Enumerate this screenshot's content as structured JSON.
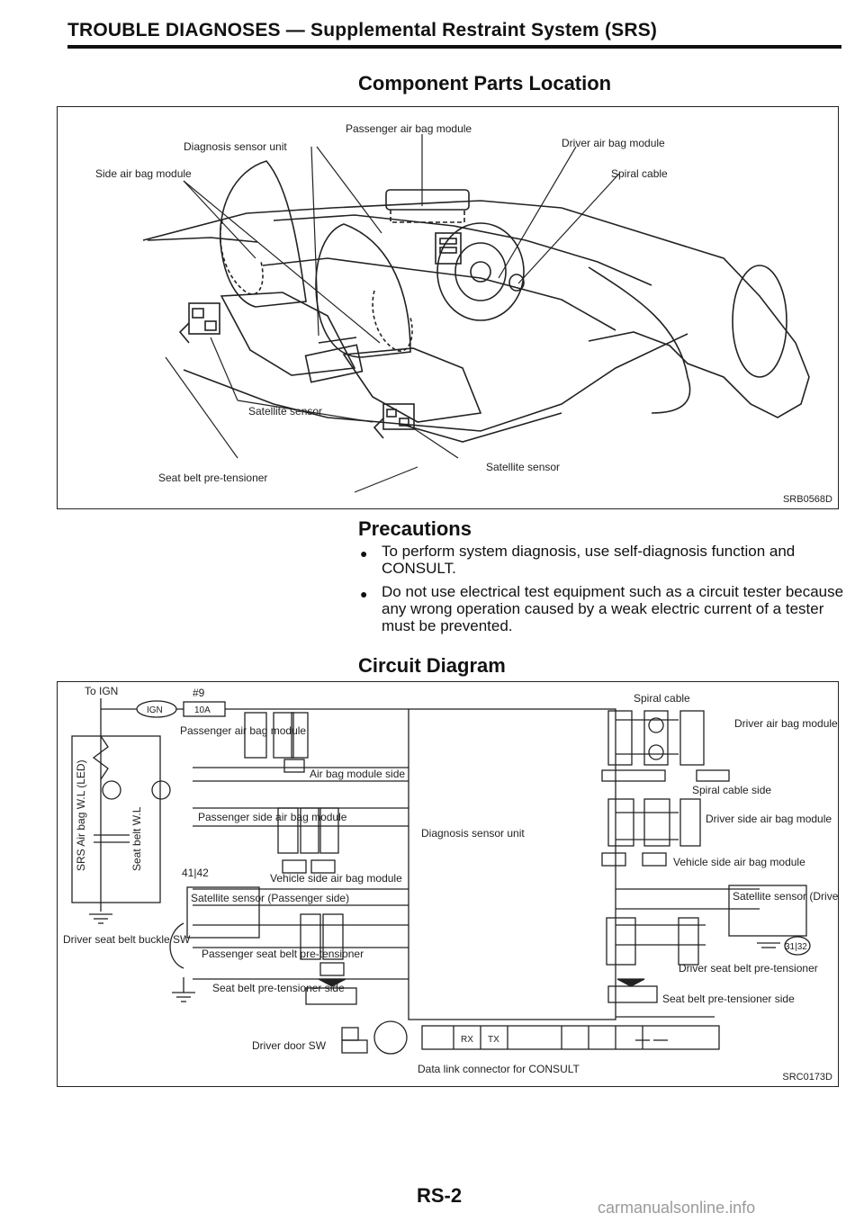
{
  "header": {
    "title": "TROUBLE DIAGNOSES — Supplemental Restraint System (SRS)"
  },
  "component_section": {
    "title": "Component Parts Location",
    "figure": {
      "code": "SRB0568D",
      "labels": {
        "passenger_air_bag_module": "Passenger air bag module",
        "diagnosis_sensor_unit": "Diagnosis sensor unit",
        "driver_air_bag_module": "Driver air bag module",
        "side_air_bag_module": "Side air bag module",
        "spiral_cable": "Spiral cable",
        "satellite_sensor_left": "Satellite sensor",
        "satellite_sensor_right": "Satellite sensor",
        "seat_belt_pretensioner": "Seat belt pre-tensioner"
      }
    }
  },
  "precautions": {
    "title": "Precautions",
    "items": [
      "To perform system diagnosis, use self-diagnosis function and CONSULT.",
      "Do not use electrical test equipment such as a circuit tester because any wrong operation caused by a weak electric current of a tester must be prevented."
    ]
  },
  "circuit_section": {
    "title": "Circuit Diagram",
    "figure": {
      "code": "SRC0173D",
      "labels": {
        "to_ign": "To IGN",
        "ign": "IGN",
        "fuse_no": "#9",
        "fuse_rating": "10A",
        "srs_warning": "SRS Air bag W.L (LED)",
        "seat_belt_wl": "Seat belt W.L",
        "passenger_air_bag_module": "Passenger air bag module",
        "air_bag_module_side": "Air bag module side",
        "passenger_side_air_bag_module": "Passenger side air bag module",
        "vehicle_side_air_bag_module_left": "Vehicle side air bag module",
        "satellite_sensor_passenger": "Satellite sensor (Passenger side)",
        "driver_seat_belt_buckle_sw": "Driver seat belt buckle SW",
        "passenger_seat_belt_pretensioner": "Passenger seat belt pre-tensioner",
        "seat_belt_pretensioner_side_left": "Seat belt pre-tensioner side",
        "driver_door_sw": "Driver door SW",
        "diagnosis_sensor_unit": "Diagnosis sensor unit",
        "data_link_connector": "Data link connector for CONSULT",
        "spiral_cable": "Spiral cable",
        "driver_air_bag_module": "Driver air bag module",
        "spiral_cable_side": "Spiral cable side",
        "driver_side_air_bag_module": "Driver side air bag module",
        "vehicle_side_air_bag_module_right": "Vehicle side air bag module",
        "satellite_sensor_driver": "Satellite sensor (Driver side)",
        "driver_seat_belt_pretensioner": "Driver seat belt pre-tensioner",
        "seat_belt_pretensioner_side_right": "Seat belt pre-tensioner side",
        "rx": "RX",
        "tx": "TX",
        "connector_4142": "41|42",
        "connector_3132": "31|32"
      }
    }
  },
  "footer": {
    "page_number": "RS-2",
    "watermark": "carmanualsonline.info"
  }
}
